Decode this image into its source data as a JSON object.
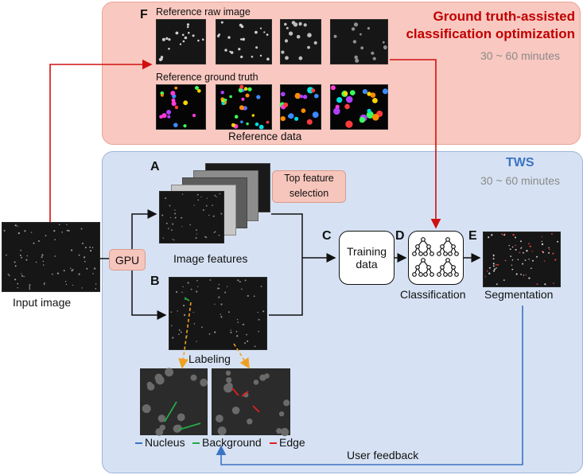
{
  "top_panel": {
    "letter": "F",
    "title_line1": "Ground truth-assisted",
    "title_line2": "classification optimization",
    "time": "30 ~ 60 minutes",
    "raw_label": "Reference raw image",
    "gt_label": "Reference ground truth",
    "caption": "Reference data"
  },
  "tws_panel": {
    "title": "TWS",
    "time": "30 ~ 60 minutes"
  },
  "input": {
    "label": "Input image"
  },
  "gpu": {
    "label": "GPU"
  },
  "features": {
    "letter": "A",
    "label": "Image features",
    "top_selection": "Top feature selection"
  },
  "labeling": {
    "letter": "B",
    "label": "Labeling",
    "legend": [
      {
        "name": "Nucleus",
        "color": "#3b73c4"
      },
      {
        "name": "Background",
        "color": "#22aa44"
      },
      {
        "name": "Edge",
        "color": "#e02020"
      }
    ]
  },
  "training": {
    "letter": "C",
    "label_line1": "Training",
    "label_line2": "data"
  },
  "classification": {
    "letter": "D",
    "label": "Classification"
  },
  "segmentation": {
    "letter": "E",
    "label": "Segmentation"
  },
  "feedback": {
    "label": "User feedback"
  },
  "colors": {
    "red_arrow": "#d01010",
    "blue_arrow": "#3b73c4",
    "orange_arrow": "#f0a020",
    "red_title": "#c00000",
    "blue_title": "#3b73c4"
  }
}
